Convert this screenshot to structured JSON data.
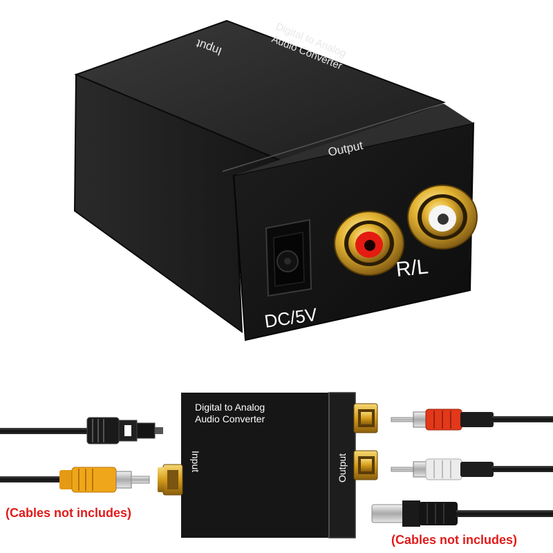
{
  "product": {
    "top_label_input": "Input",
    "top_label_title_line1": "Digital to Analog",
    "top_label_title_line2": "Audio Converter",
    "top_label_output": "Output",
    "port_label_rl": "R/L",
    "port_label_dc": "DC/5V"
  },
  "diagram": {
    "title_line1": "Digital to Analog",
    "title_line2": "Audio Converter",
    "input_label": "Input",
    "output_label": "Output",
    "note_left": "(Cables not includes)",
    "note_right": "(Cables not includes)"
  },
  "colors": {
    "body": "#151515",
    "gold": "#d9a521",
    "red": "#e31b12",
    "note": "#e21b1b",
    "cable_orange": "#f0a61a"
  }
}
